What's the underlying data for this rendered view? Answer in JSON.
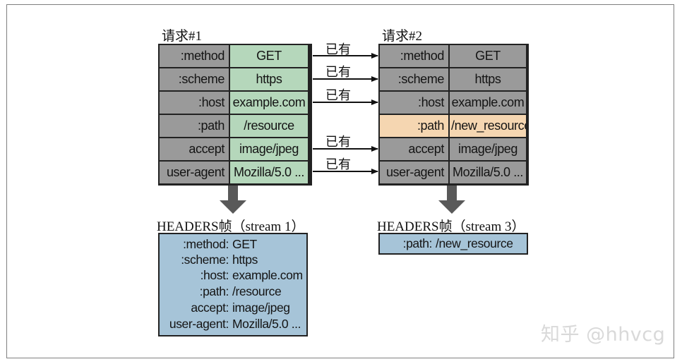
{
  "request1": {
    "title": "请求#1",
    "rows": [
      {
        "key": ":method",
        "value": "GET"
      },
      {
        "key": ":scheme",
        "value": "https"
      },
      {
        "key": ":host",
        "value": "example.com"
      },
      {
        "key": ":path",
        "value": "/resource"
      },
      {
        "key": "accept",
        "value": "image/jpeg"
      },
      {
        "key": "user-agent",
        "value": "Mozilla/5.0 ..."
      }
    ]
  },
  "request2": {
    "title": "请求#2",
    "rows": [
      {
        "key": ":method",
        "value": "GET",
        "changed": false
      },
      {
        "key": ":scheme",
        "value": "https",
        "changed": false
      },
      {
        "key": ":host",
        "value": "example.com",
        "changed": false
      },
      {
        "key": ":path",
        "value": "/new_resource",
        "changed": true
      },
      {
        "key": "accept",
        "value": "image/jpeg",
        "changed": false
      },
      {
        "key": "user-agent",
        "value": "Mozilla/5.0 ...",
        "changed": false
      }
    ]
  },
  "arrow_label": "已有",
  "frame1": {
    "title": "HEADERS帧（stream 1）",
    "rows": [
      {
        "key": ":method:",
        "value": "GET"
      },
      {
        "key": ":scheme:",
        "value": "https"
      },
      {
        "key": ":host:",
        "value": "example.com"
      },
      {
        "key": ":path:",
        "value": "/resource"
      },
      {
        "key": "accept:",
        "value": "image/jpeg"
      },
      {
        "key": "user-agent:",
        "value": "Mozilla/5.0 ..."
      }
    ]
  },
  "frame2": {
    "title": "HEADERS帧（stream 3）",
    "rows": [
      {
        "key": ":path:",
        "value": "/new_resource"
      }
    ]
  },
  "watermark": "知乎 @hhvcg",
  "colors": {
    "key_cell": "#9a9a9a",
    "value_cell_request1": "#b5d7bb",
    "changed_cell": "#f5d6b1",
    "frame_box": "#a6c4d8",
    "border": "#222222"
  }
}
